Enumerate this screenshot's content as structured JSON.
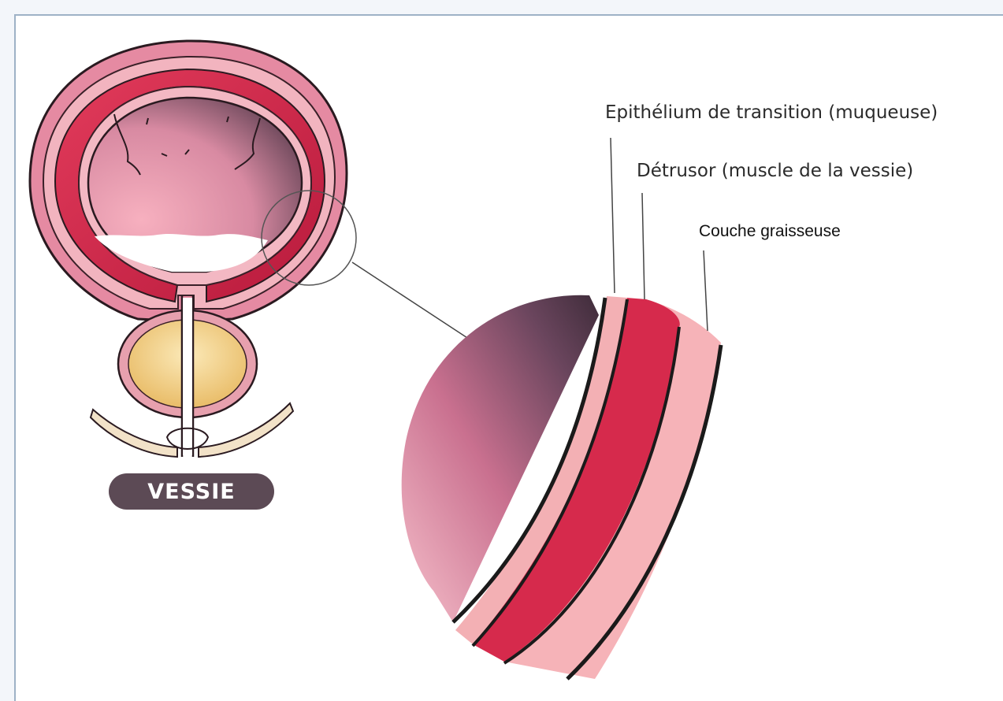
{
  "labels": {
    "epithelium": "Epithélium de transition (muqueuse)",
    "detrusor": "Détrusor (muscle de la vessie)",
    "couche": "Couche graisseuse"
  },
  "badge": "VESSIE",
  "colors": {
    "fat_layer": "#f4b1b4",
    "muscle_layer": "#d62a4c",
    "mucosa_dark": "#4b3344",
    "mucosa_light": "#f4a3b3",
    "prostate": "#f0cf7e",
    "badge_bg": "#5c4a55",
    "frame": "#9eb2c6"
  }
}
